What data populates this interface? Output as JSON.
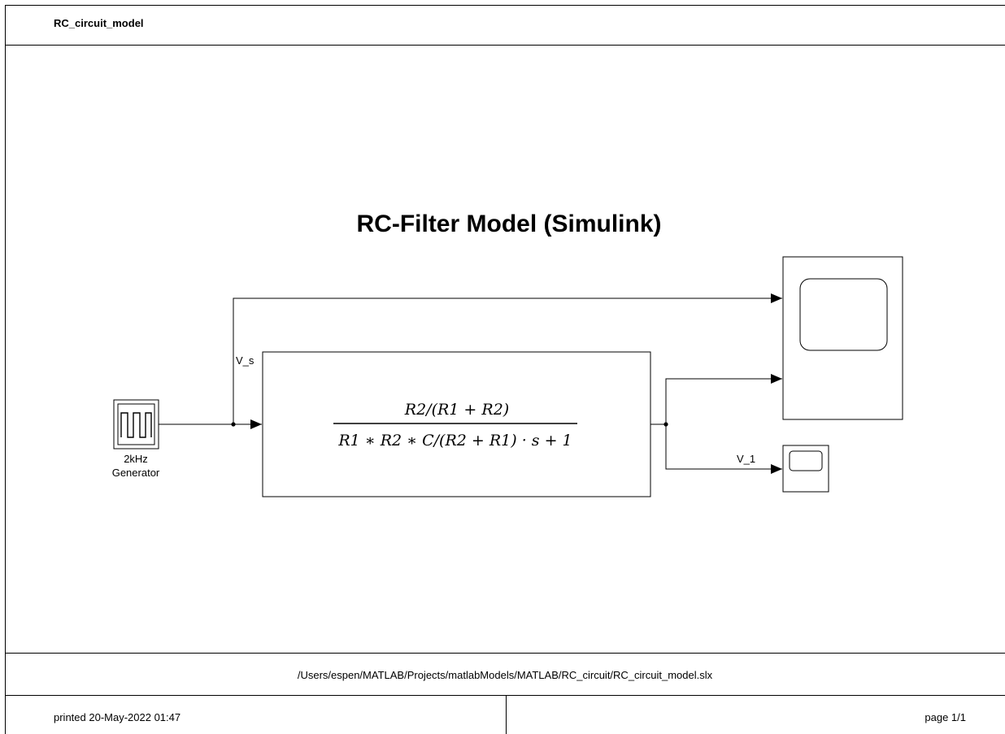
{
  "header": {
    "model_name": "RC_circuit_model"
  },
  "diagram": {
    "title": "RC-Filter Model (Simulink)",
    "generator": {
      "label_line1": "2kHz",
      "label_line2": "Generator"
    },
    "transfer_function": {
      "numerator": "R2/(R1 + R2)",
      "denominator": "R1 ∗ R2 ∗ C/(R2 + R1) · s + 1"
    },
    "signals": {
      "vs": "V_s",
      "v1": "V_1"
    }
  },
  "footer": {
    "file_path": "/Users/espen/MATLAB/Projects/matlabModels/MATLAB/RC_circuit/RC_circuit_model.slx",
    "printed": "printed 20-May-2022 01:47",
    "page": "page 1/1"
  }
}
